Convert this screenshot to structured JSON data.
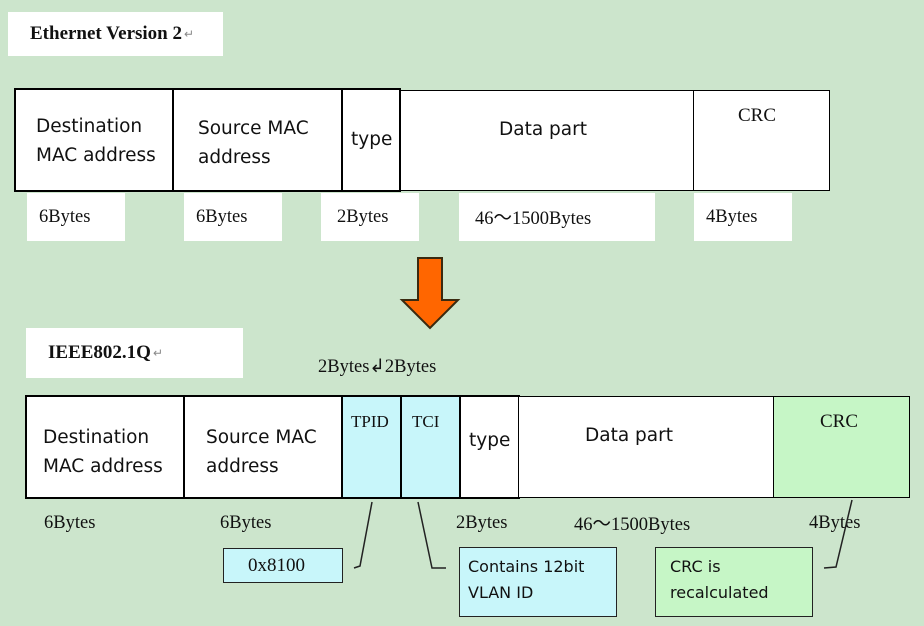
{
  "top_section": {
    "title": "Ethernet Version 2",
    "fields": [
      {
        "label": "Destination MAC address",
        "size": "6Bytes"
      },
      {
        "label": "Source MAC address",
        "size": "6Bytes"
      },
      {
        "label": "type",
        "size": "2Bytes"
      },
      {
        "label": "Data part",
        "size": "46〜1500Bytes"
      },
      {
        "label": "CRC",
        "size": "4Bytes"
      }
    ]
  },
  "arrow": {
    "direction": "down",
    "color": "#ff6600"
  },
  "bottom_section": {
    "title": "IEEE802.1Q",
    "tag_sizes": "2Bytes↲2Bytes",
    "fields": [
      {
        "label": "Destination MAC address",
        "size": "6Bytes"
      },
      {
        "label": "Source MAC address",
        "size": "6Bytes"
      },
      {
        "label": "TPID",
        "size": ""
      },
      {
        "label": "TCI",
        "size": ""
      },
      {
        "label": "type",
        "size": "2Bytes"
      },
      {
        "label": "Data part",
        "size": "46〜1500Bytes"
      },
      {
        "label": "CRC",
        "size": "4Bytes"
      }
    ],
    "callouts": {
      "tpid": "0x8100",
      "tci": "Contains 12bit VLAN ID",
      "crc": "CRC is recalculated"
    }
  },
  "colors": {
    "background": "#cce5cc",
    "tag_fill": "#c8f6fa",
    "crc_fill": "#c6f6c6"
  },
  "return_mark": "↵"
}
